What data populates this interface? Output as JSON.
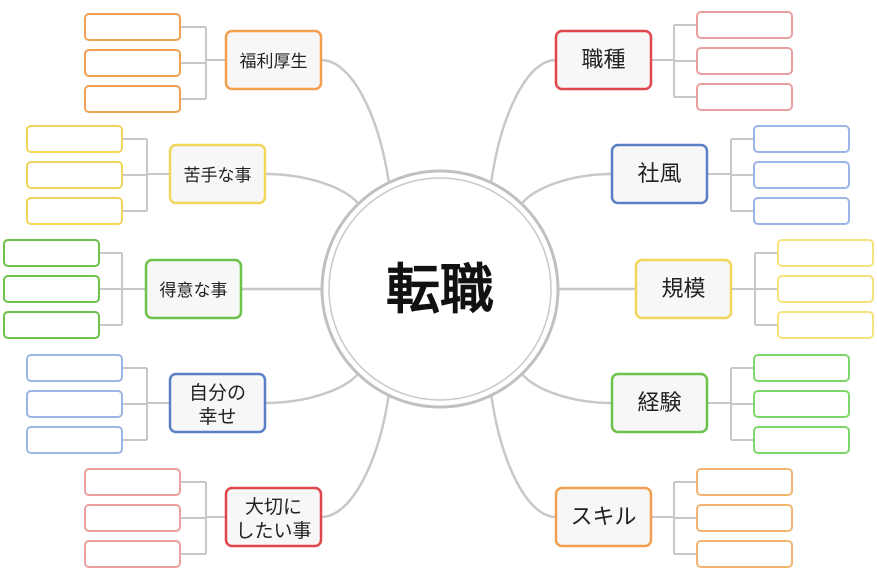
{
  "center": {
    "label": "転職"
  },
  "colors": {
    "connector": "#c8c8c8",
    "node_fill": "#f7f7f7",
    "orange": "#f0a050",
    "yellow": "#f2d65a",
    "green": "#6cc24a",
    "blue": "#5b7fc7",
    "red": "#e0474c",
    "pink": "#eaa0a0",
    "light_blue": "#9bb5e8",
    "light_yellow": "#f5e27a",
    "light_green": "#7fd66a",
    "light_orange": "#f2b470"
  },
  "left_topics": [
    {
      "lines": [
        "福利厚生"
      ],
      "color": "orange",
      "leaf_color": "orange"
    },
    {
      "lines": [
        "苦手な事"
      ],
      "color": "yellow",
      "leaf_color": "yellow"
    },
    {
      "lines": [
        "得意な事"
      ],
      "color": "green",
      "leaf_color": "green"
    },
    {
      "lines": [
        "自分の",
        "幸せ"
      ],
      "color": "blue",
      "leaf_color": "light_blue"
    },
    {
      "lines": [
        "大切に",
        "したい事"
      ],
      "color": "red",
      "leaf_color": "pink"
    }
  ],
  "right_topics": [
    {
      "lines": [
        "職種"
      ],
      "color": "red",
      "leaf_color": "pink"
    },
    {
      "lines": [
        "社風"
      ],
      "color": "blue",
      "leaf_color": "light_blue"
    },
    {
      "lines": [
        "規模"
      ],
      "color": "yellow",
      "leaf_color": "light_yellow"
    },
    {
      "lines": [
        "経験"
      ],
      "color": "green",
      "leaf_color": "light_green"
    },
    {
      "lines": [
        "スキル"
      ],
      "color": "orange",
      "leaf_color": "light_orange"
    }
  ]
}
